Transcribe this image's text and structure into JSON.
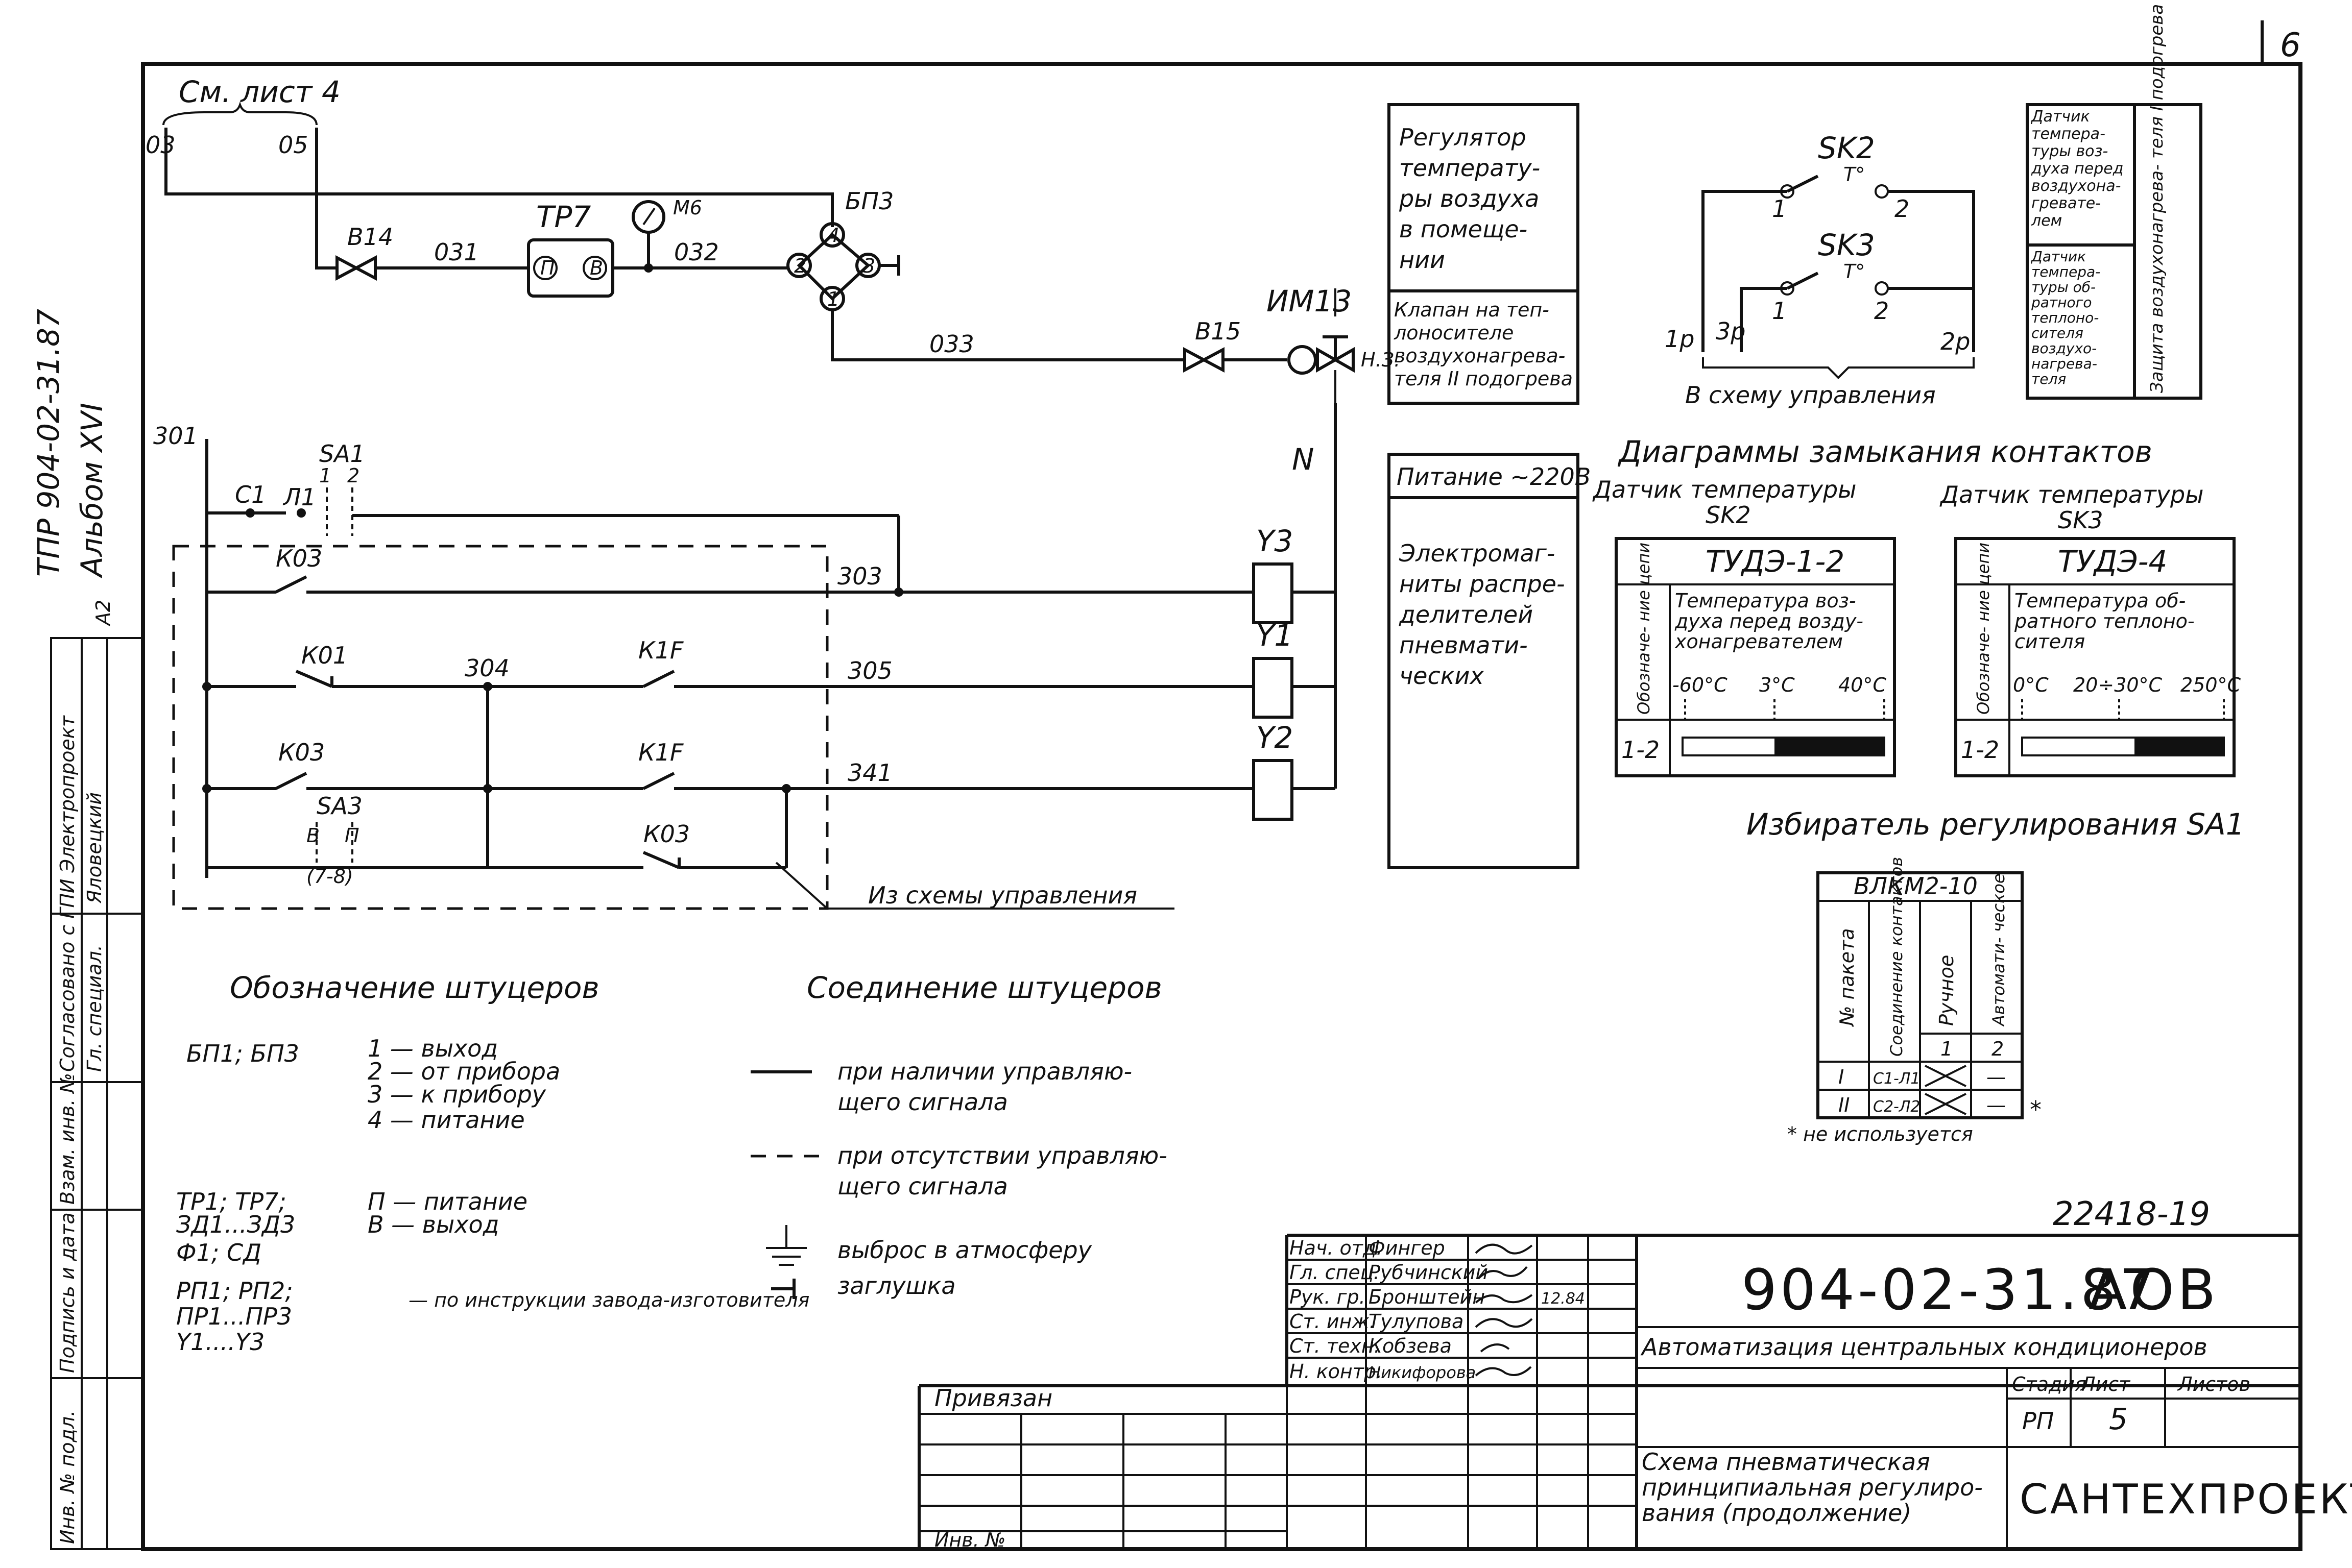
{
  "sheet": {
    "page_number": "6",
    "vertical_code": "ТПР 904-02-31.87",
    "vertical_album": "Альбом XVI",
    "vertical_a": "А2"
  },
  "pneumatic": {
    "ref_sheet": "См. лист 4",
    "line_03": "03",
    "line_05": "05",
    "valve_b14": "В14",
    "line_031": "031",
    "tp7": "ТР7",
    "port_p": "П",
    "port_v": "В",
    "gauge_m6": "М6",
    "line_032": "032",
    "bp3": "БП3",
    "bp_port_1": "1",
    "bp_port_2": "2",
    "bp_port_3": "3",
    "bp_port_4": "4",
    "line_033": "033",
    "valve_b15": "В15",
    "im13": "ИМ13",
    "nz": "Н.З."
  },
  "electric": {
    "line_301": "301",
    "neutral": "N",
    "c1": "С1",
    "l1": "Л1",
    "sa1": "SA1",
    "sa1_1": "1",
    "sa1_2": "2",
    "k03a": "К03",
    "k01": "К01",
    "k1f_a": "К1F",
    "k03b": "К03",
    "k1f_b": "К1F",
    "sa3": "SA3",
    "sa3_v": "В",
    "sa3_p": "П",
    "sa3_78": "(7-8)",
    "k03c": "К03",
    "line_303": "303",
    "line_304": "304",
    "line_305": "305",
    "line_341": "341",
    "y3": "Y3",
    "y1": "Y1",
    "y2": "Y2",
    "from_control": "Из схемы управления"
  },
  "labels": {
    "regulator": [
      "Регулятор",
      "температу-",
      "ры воздуха",
      "в помеще-",
      "нии"
    ],
    "valve_desc": [
      "Клапан на теп-",
      "лоносителе",
      "воздухонагрева-",
      "теля II подогрева"
    ],
    "power": "Питание ~220В",
    "magnets": [
      "Электромаг-",
      "ниты распре-",
      "делителей",
      "пневмати-",
      "ческих"
    ]
  },
  "sensors": {
    "sk2": "SK2",
    "sk3": "SK3",
    "t_mark": "T°",
    "n1": "1",
    "n2": "2",
    "p1": "1р",
    "p3": "3р",
    "p2": "2р",
    "to_control": "В схему управления",
    "side_label_1": [
      "Датчик",
      "темпера-",
      "туры воз-",
      "духа перед",
      "воздухона-",
      "гревате-",
      "лем"
    ],
    "side_label_2": [
      "Датчик",
      "темпера-",
      "туры об-",
      "ратного",
      "теплоно-",
      "сителя",
      "воздухо-",
      "нагрева-",
      "теля"
    ],
    "side_label_3": "Защита воздухонагрева- теля I подогрева от замерзания"
  },
  "diagrams": {
    "title": "Диаграммы замыкания контактов",
    "sk2_head": [
      "Датчик температуры",
      "SK2"
    ],
    "sk3_head": [
      "Датчик температуры",
      "SK3"
    ],
    "sk2_model": "ТУДЭ-1-2",
    "sk3_model": "ТУДЭ-4",
    "sk2_desc": [
      "Температура воз-",
      "духа перед возду-",
      "хонагревателем"
    ],
    "sk3_desc": [
      "Температура об-",
      "ратного теплоно-",
      "сителя"
    ],
    "circuit_head": "Обозначе- ние цепи",
    "sk2_scale": [
      "-60°С",
      "3°С",
      "40°С"
    ],
    "sk3_scale": [
      "0°С",
      "20÷30°С",
      "250°С"
    ],
    "row": "1-2"
  },
  "selector": {
    "title": "Избиратель регулирования SA1",
    "model": "ВЛКМ2-10",
    "col_packet": "№ пакета",
    "col_conn": "Соединение контактов",
    "col_manual": "Ручное",
    "col_auto": "Автомати- ческое",
    "pos_1": "1",
    "pos_2": "2",
    "row1_n": "I",
    "row1_c": "С1-Л1",
    "row2_n": "II",
    "row2_c": "С2-Л2",
    "dash": "—",
    "star": "*",
    "note": "* не используется"
  },
  "legend": {
    "title_fittings": "Обозначение штуцеров",
    "title_connections": "Соединение штуцеров",
    "bp": "БП1; БП3",
    "bp_1": "1 — выход",
    "bp_2": "2 — от прибора",
    "bp_3": "3 — к прибору",
    "bp_4": "4 — питание",
    "tp": [
      "ТР1; ТР7;",
      "ЗД1...ЗД3",
      "Ф1; СД"
    ],
    "tp_p": "П — питание",
    "tp_v": "В — выход",
    "rp": [
      "РП1; РП2;",
      "ПР1...ПР3",
      "Y1....Y3"
    ],
    "rp_note": "— по инструкции завода-изготовителя",
    "solid": [
      "при наличии управляю-",
      "щего сигнала"
    ],
    "dashed": [
      "при отсутствии управляю-",
      "щего сигнала"
    ],
    "vent": "выброс в атмосферу",
    "plug": "заглушка"
  },
  "side_stamp": {
    "agreed": "Согласовано с ГПИ Электропроект",
    "spec": "Гл. специал.",
    "name_spec": "Яловецкий",
    "inv_no": "Взам. инв. №",
    "sign_date": "Подпись и дата",
    "inv_orig": "Инв. № подл."
  },
  "title_block": {
    "inventory": "22418-19",
    "doc_code": "904-02-31.87",
    "doc_suffix": "АОВ",
    "project": "Автоматизация центральных кондиционеров",
    "roles": [
      "Нач. отд.",
      "Гл. спец.",
      "Рук. гр.",
      "Ст. инж.",
      "Ст. техн.",
      "Н. контр."
    ],
    "names": [
      "Фингер",
      "Рубчинский",
      "Бронштейн",
      "Тулупова",
      "Кобзева",
      "Никифорова"
    ],
    "date": "12.84",
    "privyazan": "Привязан",
    "inv_label": "Инв. №",
    "stage_h": "Стадия",
    "sheet_h": "Лист",
    "sheets_h": "Листов",
    "stage": "РП",
    "sheet_no": "5",
    "drawing_title": [
      "Схема пневматическая",
      "принципиальная регулиро-",
      "вания (продолжение)"
    ],
    "org": "САНТЕХПРОЕКТ"
  }
}
